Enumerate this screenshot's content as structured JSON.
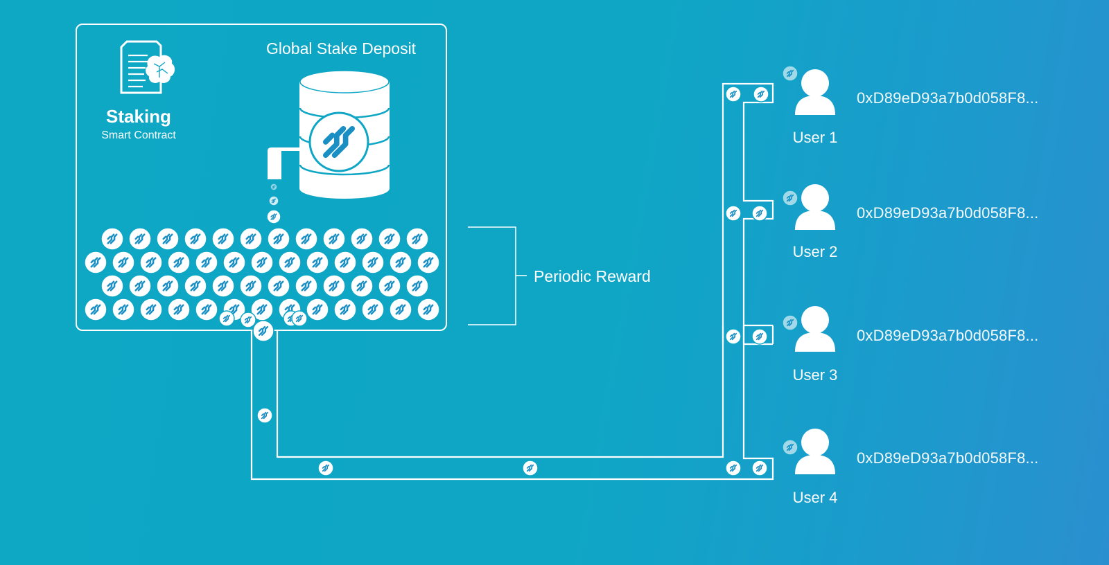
{
  "contract": {
    "title": "Staking",
    "subtitle": "Smart Contract"
  },
  "deposit": {
    "title": "Global Stake Deposit"
  },
  "reward": {
    "label": "Periodic Reward"
  },
  "users": [
    {
      "label": "User 1",
      "address": "0xD89eD93a7b0d058F8..."
    },
    {
      "label": "User 2",
      "address": "0xD89eD93a7b0d058F8..."
    },
    {
      "label": "User 3",
      "address": "0xD89eD93a7b0d058F8..."
    },
    {
      "label": "User 4",
      "address": "0xD89eD93a7b0d058F8..."
    }
  ],
  "colors": {
    "background": "#0fa6c6",
    "line": "#ffffff",
    "token_mark": "#1a8fc4"
  },
  "icons": {
    "contract": "document-brain-icon",
    "deposit": "database-icon",
    "token": "token-coin-icon",
    "user": "user-icon"
  }
}
